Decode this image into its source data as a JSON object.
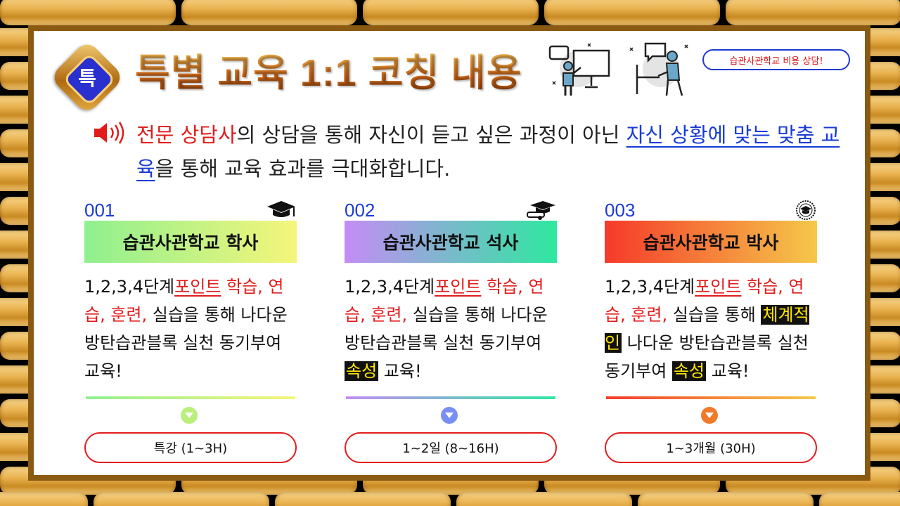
{
  "header": {
    "badge": "특",
    "title": "특별 교육 1:1 코칭 내용",
    "consult_button": "습관사관학교 비용 상담!"
  },
  "intro": {
    "part1": "전문 상담사",
    "part2": "의 상담을 통해 자신이 듣고 싶은 과정이 아닌 ",
    "part3": "자신 상황에 맞는 맞춤 교육",
    "part4": "을 통해 교육 효과를 극대화합니다."
  },
  "courses": [
    {
      "number": "001",
      "name": "습관사관학교 학사",
      "desc_a": "1,2,3,4단계",
      "desc_b": "포인트",
      "desc_c": " 학습, 연습, 훈련,",
      "desc_d": " 실습을 통해 나다운 방탄습관블록 실천 동기부여 교육!",
      "duration": "특강 (1~3H)",
      "gradient": [
        "#8ff08f",
        "#f5f57a"
      ],
      "dot_color": "#b9ef7a",
      "icon": "graduation-cap-icon"
    },
    {
      "number": "002",
      "name": "습관사관학교 석사",
      "desc_a": "1,2,3,4단계",
      "desc_b": "포인트",
      "desc_c": " 학습, 연습, 훈련,",
      "desc_d": " 실습을 통해 나다운 방탄습관블록 실천 동기부여 ",
      "desc_hl": "속성",
      "desc_e": " 교육!",
      "duration": "1~2일 (8~16H)",
      "gradient": [
        "#c48cf5",
        "#2ee8a0"
      ],
      "dot_color": "#7a8ff5",
      "icon": "graduation-diploma-icon"
    },
    {
      "number": "003",
      "name": "습관사관학교 박사",
      "desc_a": "1,2,3,4단계",
      "desc_b": "포인트",
      "desc_c": " 학습, 연습, 훈련,",
      "desc_d": " 실습을 통해 ",
      "desc_hl1": "체계적인",
      "desc_e": " 나다운 방탄습관블록 실천 동기부여 ",
      "desc_hl2": "속성",
      "desc_f": " 교육!",
      "duration": "1~3개월 (30H)",
      "gradient": [
        "#f53a2a",
        "#f5c84a"
      ],
      "dot_color": "#f07a2a",
      "icon": "graduation-seal-icon"
    }
  ],
  "colors": {
    "accent_blue": "#1a3bd6",
    "accent_red": "#e21b1b",
    "highlight_bg": "#111111",
    "highlight_text": "#ffe600"
  }
}
